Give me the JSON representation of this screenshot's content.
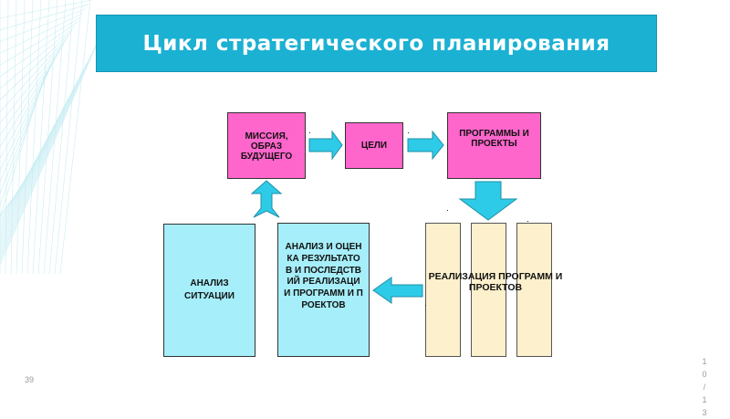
{
  "title": "Цикл стратегического планирования",
  "boxes": {
    "mission": "МИССИЯ, ОБРАЗ БУДУЩЕГО",
    "goals": "ЦЕЛИ",
    "programs": "ПРОГРАММЫ И ПРОЕКТЫ",
    "situation": "АНАЛИЗ СИТУАЦИИ",
    "analysis": "АНАЛИЗ И ОЦЕНКА РЕЗУЛЬТАТО В И ПОСЛЕДСТВ ИЙ РЕАЛИЗАЦИ И ПРОГРАММ И ПРОЕКТОВ",
    "realization": "РЕАЛИЗАЦИЯ ПРОГРАММ И ПРОЕКТОВ"
  },
  "slide_number": "39",
  "page_indicator": [
    "1",
    "0",
    "/",
    "1",
    "3"
  ],
  "colors": {
    "title_bar": "#1bb1d3",
    "pink_box": "#ff66cc",
    "blue_box": "#a6eef9",
    "cream_box": "#fdf0cc",
    "arrow": "#2ecbe8"
  }
}
